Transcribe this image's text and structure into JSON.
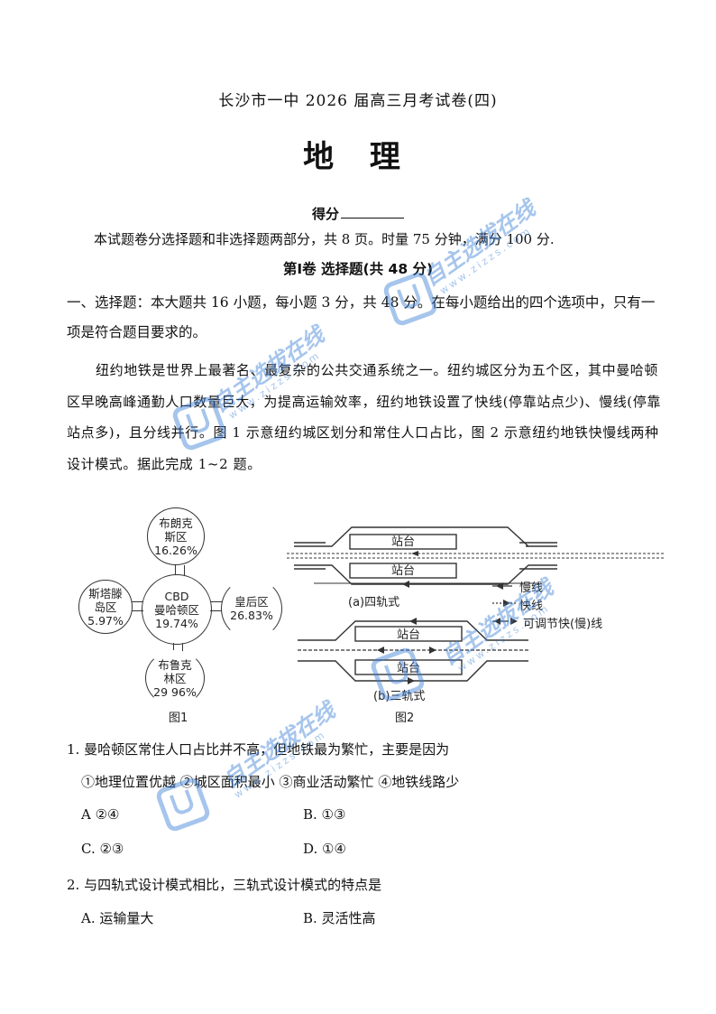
{
  "header": {
    "exam_title": "长沙市一中 2026 届高三月考试卷(四)",
    "subject": "地 理",
    "score_label": "得分"
  },
  "intro": "本试题卷分选择题和非选择题两部分，共 8 页。时量 75 分钟，满分 100 分.",
  "part_title": "第Ⅰ卷  选择题(共 48 分)",
  "section_instruction": "一、选择题：本大题共 16 小题，每小题 3 分，共 48 分。在每小题给出的四个选项中，只有一项是符合题目要求的。",
  "passage": "纽约地铁是世界上最著名、最复杂的公共交通系统之一。纽约城区分为五个区，其中曼哈顿区早晚高峰通勤人口数量巨大，为提高运输效率，纽约地铁设置了快线(停靠站点少)、慢线(停靠站点多)，且分线并行。图 1 示意纽约城区划分和常住人口占比，图 2 示意纽约地铁快慢线两种设计模式。据此完成 1~2 题。",
  "figure1": {
    "caption": "图1",
    "districts": [
      {
        "name_line1": "布朗克",
        "name_line2": "斯区",
        "percent": "16.26%"
      },
      {
        "name_line1": "CBD",
        "name_line2": "曼哈顿区",
        "percent": "19.74%"
      },
      {
        "name_line1": "斯塔滕",
        "name_line2": "岛区",
        "percent": "5.97%"
      },
      {
        "name_line1": "皇后区",
        "name_line2": "",
        "percent": "26.83%"
      },
      {
        "name_line1": "布鲁克",
        "name_line2": "林区",
        "percent": "29 96%"
      }
    ]
  },
  "figure2": {
    "caption": "图2",
    "platform_label": "站台",
    "diagram_a_label": "(a)四轨式",
    "diagram_b_label": "(b)三轨式",
    "legend": [
      {
        "symbol": "solid-arrow",
        "label": "慢线"
      },
      {
        "symbol": "dashed-arrow",
        "label": "快线"
      },
      {
        "symbol": "double-arrow",
        "label": "可调节快(慢)线"
      }
    ]
  },
  "questions": [
    {
      "stem": "1. 曼哈顿区常住人口占比并不高，但地铁最为繁忙，主要是因为",
      "statements": "①地理位置优越 ②城区面积最小 ③商业活动繁忙 ④地铁线路少",
      "options": [
        {
          "label": "A ②④"
        },
        {
          "label": "B.  ①③"
        },
        {
          "label": "C. ②③"
        },
        {
          "label": "D. ①④"
        }
      ]
    },
    {
      "stem": "2. 与四轨式设计模式相比，三轨式设计模式的特点是",
      "options": [
        {
          "label": "A. 运输量大"
        },
        {
          "label": "B. 灵活性高"
        }
      ]
    }
  ],
  "watermark": {
    "text": "自主选拔在线",
    "url": "www.zizzs.com",
    "color": "#3b7fd6"
  }
}
